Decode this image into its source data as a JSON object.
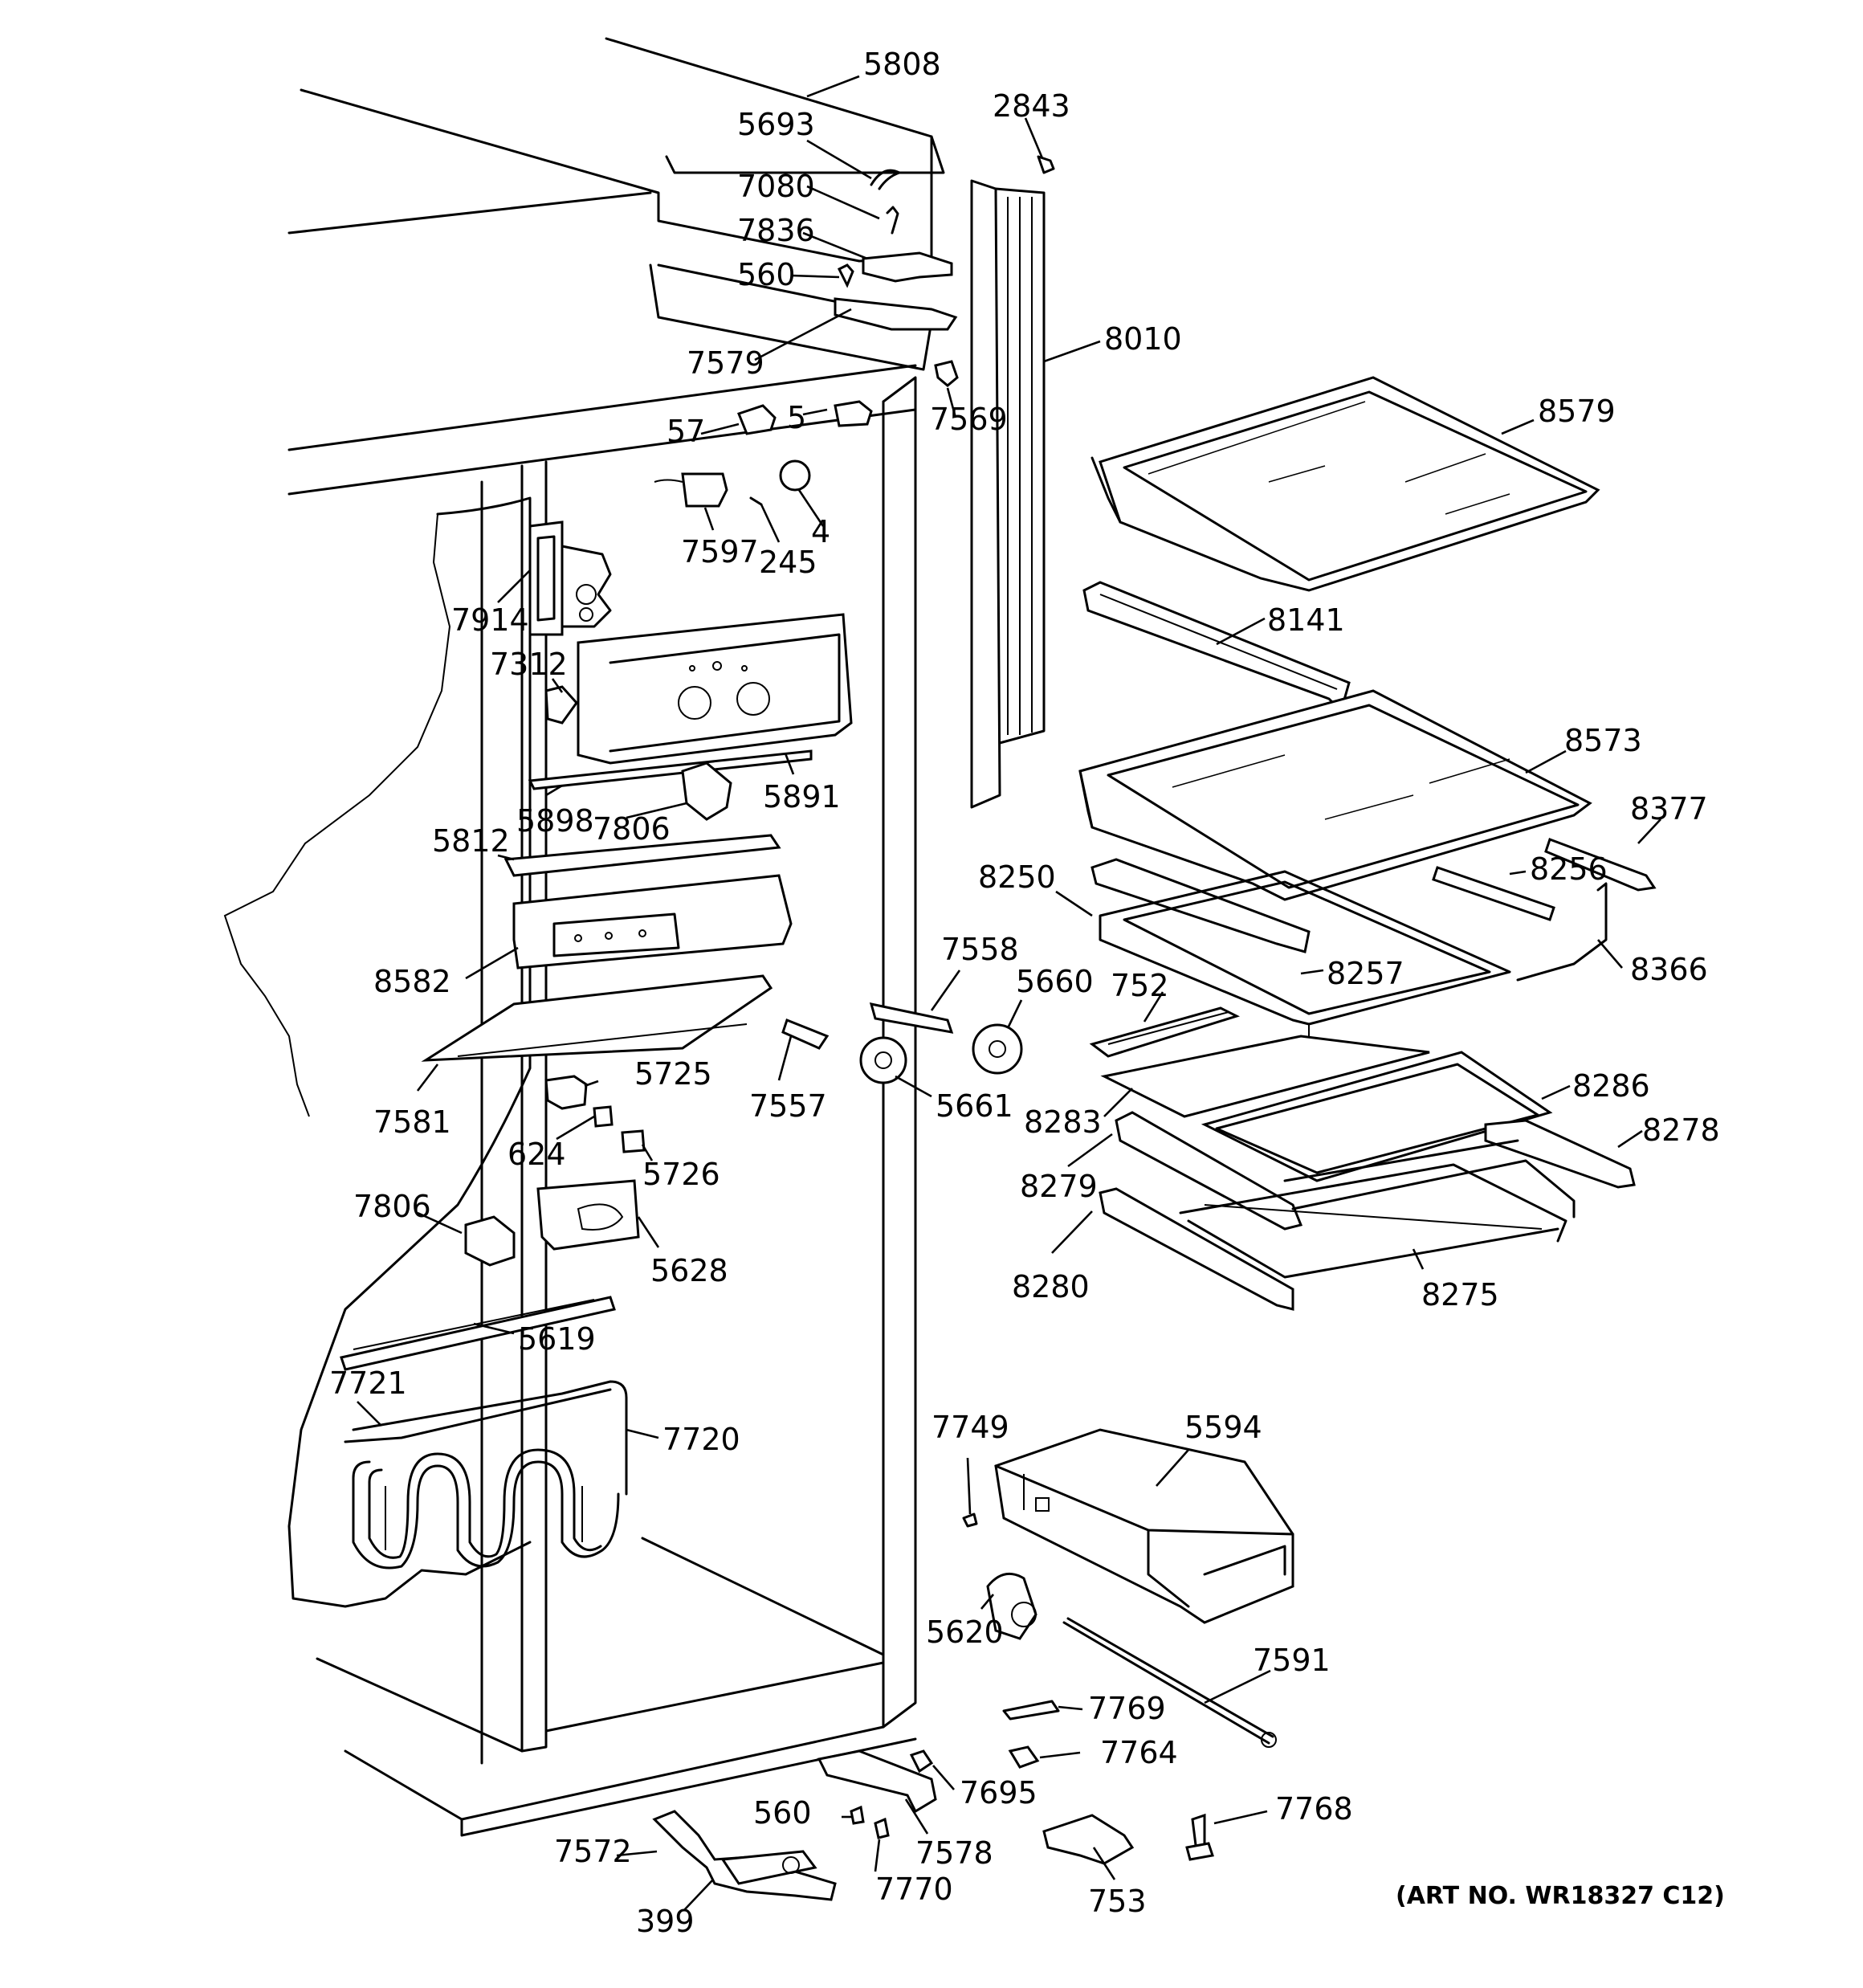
{
  "labels": {
    "p5808": "5808",
    "p5693": "5693",
    "p7080": "7080",
    "p7836": "7836",
    "p560a": "560",
    "p7579": "7579",
    "p2843": "2843",
    "p8010": "8010",
    "p7569": "7569",
    "p57": "57",
    "p5": "5",
    "p4": "4",
    "p7597": "7597",
    "p245": "245",
    "p7914": "7914",
    "p7312": "7312",
    "p5898": "5898",
    "p7806a": "7806",
    "p5891": "5891",
    "p5812": "5812",
    "p8582": "8582",
    "p7581": "7581",
    "p5725": "5725",
    "p624": "624",
    "p5726": "5726",
    "p7806b": "7806",
    "p5628": "5628",
    "p5619": "5619",
    "p7721": "7721",
    "p7720": "7720",
    "p7558": "7558",
    "p5660": "5660",
    "p7557": "7557",
    "p5661": "5661",
    "p8579": "8579",
    "p8141": "8141",
    "p8573": "8573",
    "p8377": "8377",
    "p8250": "8250",
    "p8256": "8256",
    "p8366": "8366",
    "p8257": "8257",
    "p752": "752",
    "p8283": "8283",
    "p8286": "8286",
    "p8278": "8278",
    "p8279": "8279",
    "p8280": "8280",
    "p8275": "8275",
    "p7749": "7749",
    "p5594": "5594",
    "p5620": "5620",
    "p7591": "7591",
    "p7769": "7769",
    "p7764": "7764",
    "p7695": "7695",
    "p7768": "7768",
    "p560b": "560",
    "p7578": "7578",
    "p7572": "7572",
    "p7770": "7770",
    "p399": "399",
    "p753": "753"
  },
  "art_number": "(ART NO. WR18327 C12)"
}
